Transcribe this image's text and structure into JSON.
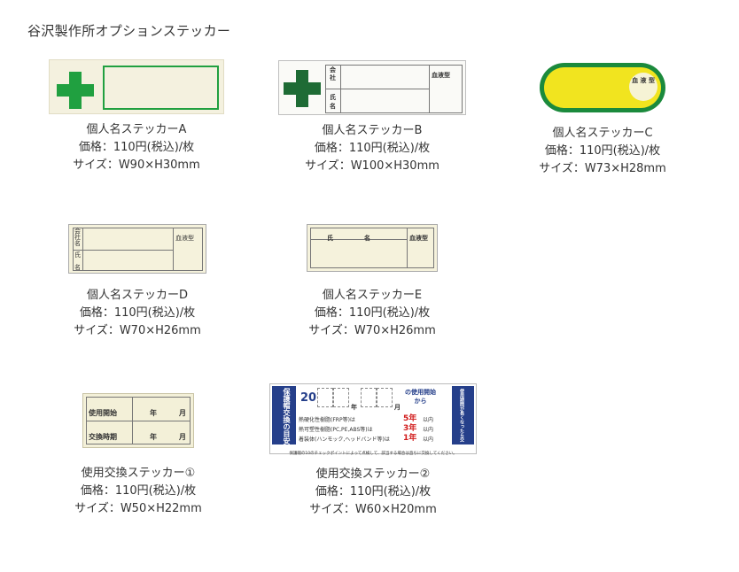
{
  "page_title": "谷沢製作所オプションステッカー",
  "items": [
    {
      "name": "個人名ステッカーA",
      "price": "価格：110円(税込)/枚",
      "size": "サイズ：W90×H30mm"
    },
    {
      "name": "個人名ステッカーB",
      "price": "価格：110円(税込)/枚",
      "size": "サイズ：W100×H30mm"
    },
    {
      "name": "個人名ステッカーC",
      "price": "価格：110円(税込)/枚",
      "size": "サイズ：W73×H28mm"
    },
    {
      "name": "個人名ステッカーD",
      "price": "価格：110円(税込)/枚",
      "size": "サイズ：W70×H26mm"
    },
    {
      "name": "個人名ステッカーE",
      "price": "価格：110円(税込)/枚",
      "size": "サイズ：W70×H26mm"
    },
    {
      "name": "使用交換ステッカー①",
      "price": "価格：110円(税込)/枚",
      "size": "サイズ：W50×H22mm"
    },
    {
      "name": "使用交換ステッカー②",
      "price": "価格：110円(税込)/枚",
      "size": "サイズ：W60×H20mm"
    }
  ],
  "sticker_text": {
    "company": "会\n社",
    "name": "氏\n名",
    "blood": "血液型",
    "blood_c": "血 液 型",
    "d_company": "会\n社\n名",
    "d_name": "氏\n\n名",
    "e_name": "氏　　　　　名",
    "use_start": "使用開始",
    "swap_time": "交換時期",
    "year": "年",
    "month": "月",
    "u2_side": "保護帽交換の目安",
    "u2_year": "20",
    "u2_nen": "年",
    "u2_tsuki": "月",
    "u2_start": "の使用開始\nから",
    "u2_r1": "熱硬化性樹脂(FRP等)は",
    "u2_r1v": "5年",
    "u2_r2": "熱可塑性樹脂(PC,PE,ABS等)は",
    "u2_r2v": "3年",
    "u2_r3": "着装体(ハンモック,ヘッドバンド等)は",
    "u2_r3v": "1年",
    "u2_inai": "以内",
    "u2_right": "使用期間が長くなったら交換してください",
    "u2_bottom": "保護帽の10のチェックポイントによって点検して、該当する場合は直ちに交換してください。"
  },
  "colors": {
    "green": "#1f9a3c",
    "dark_green": "#1e6b35",
    "yellow": "#f1e41f",
    "navy": "#253f8a",
    "red": "#d11b1b"
  }
}
